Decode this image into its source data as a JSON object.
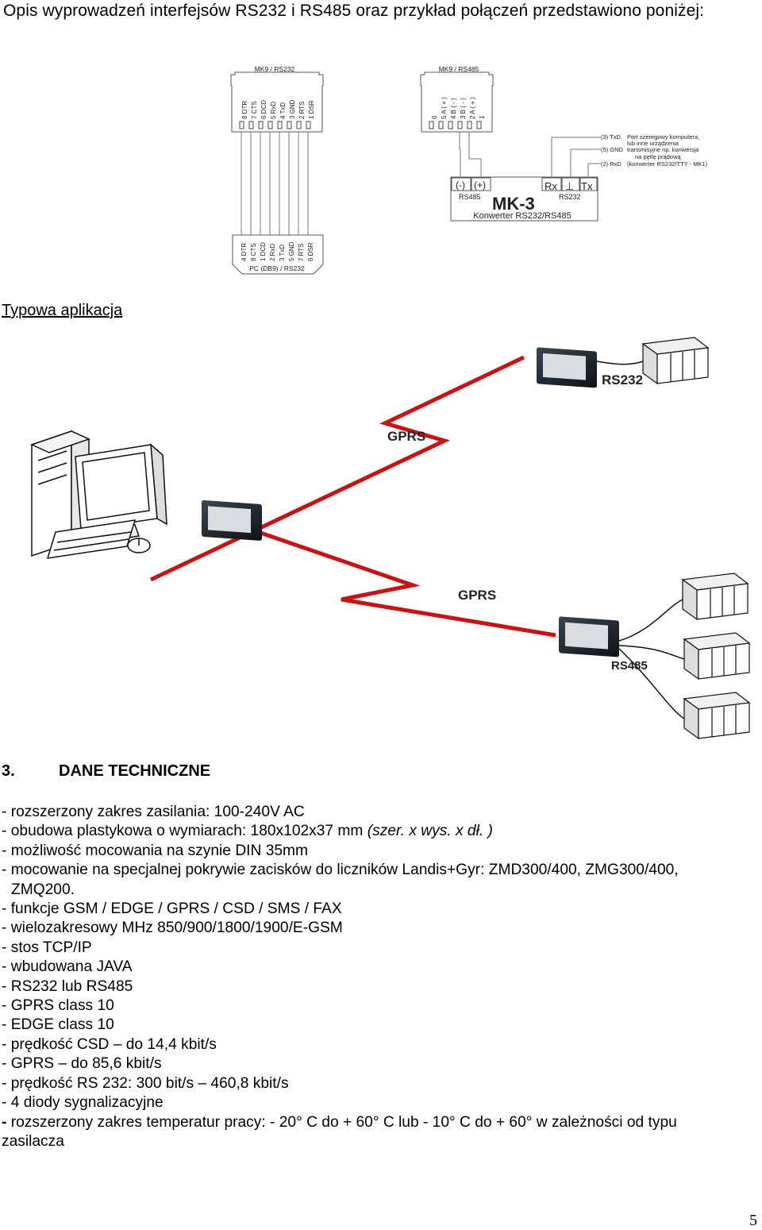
{
  "intro_heading": "Opis wyprowadzeń interfejsów RS232 i RS485 oraz przykład połączeń przedstawiono poniżej:",
  "wiring": {
    "mk9_rs232": {
      "title": "MK9 / RS232",
      "pins": [
        "8 DTR",
        "7 CTS",
        "6 DCD",
        "5 RxD",
        "4 TxD",
        "3 GND",
        "2 RTS",
        "1 DSR"
      ]
    },
    "mk9_rs485": {
      "title": "MK9 / RS485",
      "pins": [
        "6",
        "5 A ( + )",
        "4 B ( - )",
        "3 B ( - )",
        "2 A ( + )",
        "1"
      ]
    },
    "pc_db9": {
      "title": "PC (DB9) / RS232",
      "pins": [
        "4 DTR",
        "8 CTS",
        "1 DCD",
        "2 RxD",
        "3 TxD",
        "5 GND",
        "7 RTS",
        "6 DSR"
      ]
    },
    "converter": {
      "minus": "(-)",
      "plus": "(+)",
      "rs485": "RS485",
      "name": "MK-3",
      "rx": "Rx",
      "gnd_symbol": "⊥",
      "tx": "Tx",
      "rs232": "RS232",
      "caption": "Konwerter RS232/RS485"
    },
    "port_labels": [
      "(3) TxD",
      "(5) GND",
      "(2) RxD"
    ],
    "port_note": [
      "Port szeregowy komputera,",
      "lub inne urządzenia",
      "transmisyjne np. konwersja",
      "na pętlę prądową",
      "(konwerter RS232/TTY - MK1)"
    ]
  },
  "application": {
    "heading": "Typowa aplikacja",
    "labels": {
      "gprs_1": "GPRS",
      "gprs_2": "GPRS",
      "rs232": "RS232",
      "rs485": "RS485"
    }
  },
  "section": {
    "number": "3.",
    "title": "DANE TECHNICZNE"
  },
  "specs": {
    "s1": "- rozszerzony zakres zasilania: 100-240V AC",
    "s2": "- obudowa plastykowa o wymiarach: 180x102x37 mm",
    "s2_note": "(szer. x wys. x dł. )",
    "s3": "- możliwość mocowania na szynie DIN 35mm",
    "s4": "- mocowanie na specjalnej pokrywie zacisków do liczników Landis+Gyr: ZMD300/400,   ZMG300/400,",
    "s4_cont": "ZMQ200.",
    "s5": "- funkcje GSM / EDGE / GPRS / CSD / SMS / FAX",
    "s6": "- wielozakresowy MHz 850/900/1800/1900/E-GSM",
    "s7": "- stos TCP/IP",
    "s8": "- wbudowana JAVA",
    "s9": "- RS232 lub RS485",
    "s10": "- GPRS class 10",
    "s11": "- EDGE class 10",
    "s12": "- prędkość CSD – do 14,4 kbit/s",
    "s13": "- GPRS – do 85,6 kbit/s",
    "s14": "- prędkość RS 232: 300 bit/s – 460,8 kbit/s",
    "s15": "- 4 diody sygnalizacyjne",
    "s16_dash": "-",
    "s16": " rozszerzony zakres temperatur pracy: - 20° C do + 60° C lub - 10° C do + 60° w zależności od typu",
    "s16_cont": "zasilacza"
  },
  "page_number": "5"
}
